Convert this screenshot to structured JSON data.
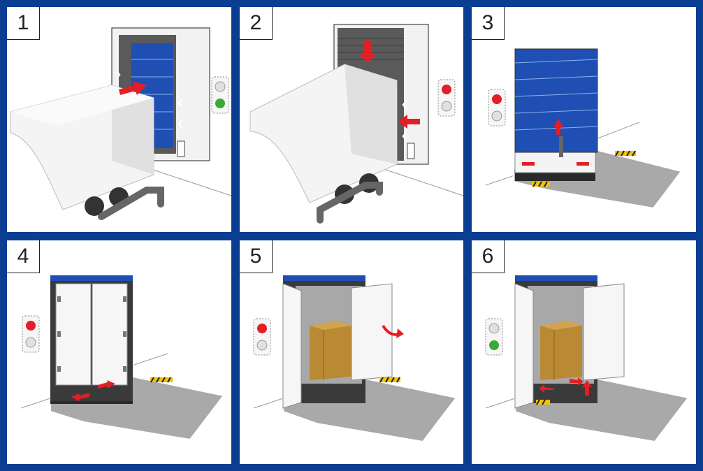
{
  "colors": {
    "frame": "#0b3d91",
    "door_blue": "#1f4fb3",
    "arrow_red": "#e31e24",
    "signal_red": "#e31e24",
    "signal_green": "#3aa935",
    "seal_gray": "#5a5a5a",
    "floor_gray": "#a9a9a9",
    "cargo": "#b98a33",
    "hazard_yellow": "#f2c200"
  },
  "icons": {
    "arrow": "red-arrow-icon",
    "traffic_light": "traffic-light-icon",
    "chevron": "chevron-icon"
  },
  "steps": [
    {
      "number": "1",
      "signal": "green"
    },
    {
      "number": "2",
      "signal": "red"
    },
    {
      "number": "3",
      "signal": "red"
    },
    {
      "number": "4",
      "signal": "red"
    },
    {
      "number": "5",
      "signal": "red"
    },
    {
      "number": "6",
      "signal": "green"
    }
  ]
}
